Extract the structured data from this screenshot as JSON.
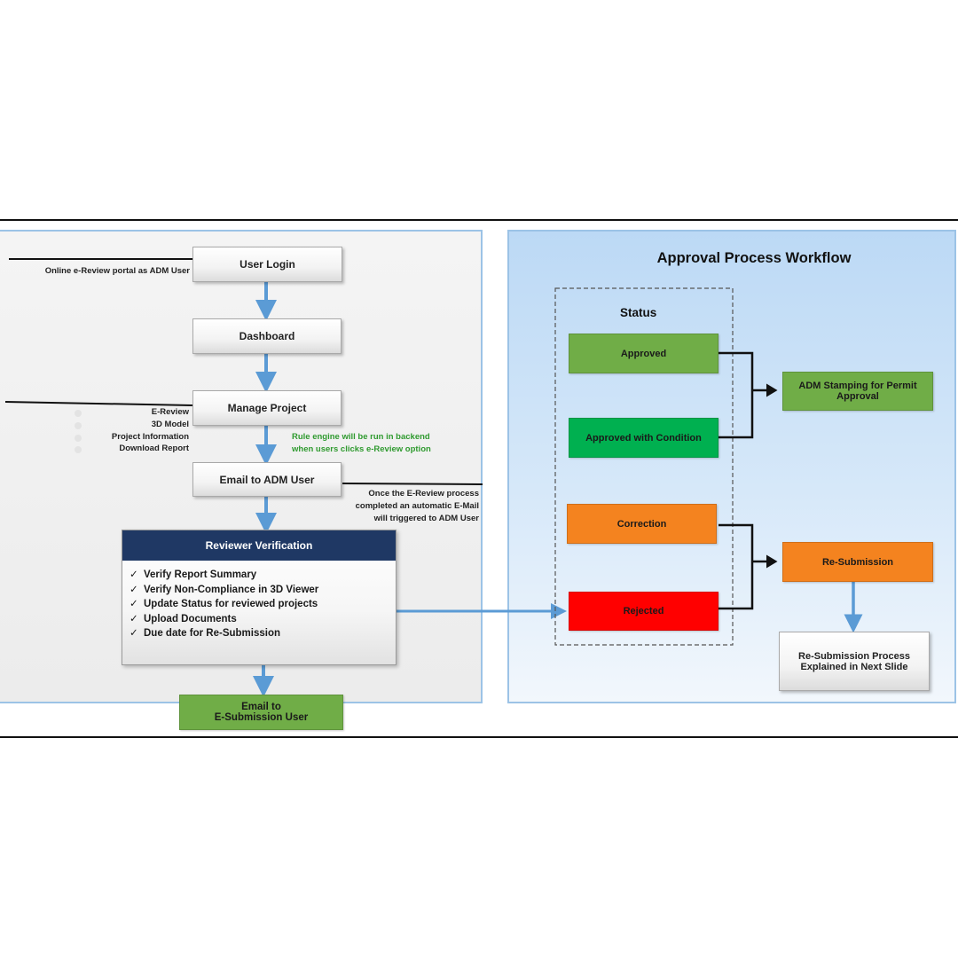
{
  "left_flow": {
    "user_login": "User Login",
    "login_note": "Online e-Review portal as ADM User",
    "dashboard": "Dashboard",
    "manage_project": "Manage Project",
    "manage_menu": [
      "E-Review",
      "3D Model",
      "Project Information",
      "Download Report"
    ],
    "rule_note_1": "Rule engine will be run in backend",
    "rule_note_2": "when users clicks e-Review option",
    "email_adm": "Email to ADM User",
    "email_note": [
      "Once the E-Review process",
      "completed an automatic E-Mail",
      "will triggered to ADM User"
    ],
    "reviewer": {
      "title": "Reviewer Verification",
      "items": [
        "Verify Report Summary",
        "Verify Non-Compliance in 3D Viewer",
        "Update Status for reviewed projects",
        "Upload Documents",
        "Due date for Re-Submission"
      ]
    },
    "email_submission_1": "Email to",
    "email_submission_2": "E-Submission User"
  },
  "workflow": {
    "title": "Approval Process Workflow",
    "status_label": "Status",
    "statuses": {
      "approved": "Approved",
      "approved_condition": "Approved with Condition",
      "correction": "Correction",
      "rejected": "Rejected"
    },
    "stamping_1": "ADM Stamping for Permit",
    "stamping_2": "Approval",
    "resubmission": "Re-Submission",
    "resub_process_1": "Re-Submission Process",
    "resub_process_2": "Explained in Next Slide"
  },
  "colors": {
    "approved": "#70ad47",
    "approved_condition": "#00b050",
    "correction": "#f4831f",
    "rejected": "#ff0000",
    "stamping": "#70ad47",
    "resubmission": "#f4831f",
    "email_submission": "#70ad47",
    "reviewer_header": "#1f3864",
    "flow_arrow": "#5b9bd5"
  }
}
